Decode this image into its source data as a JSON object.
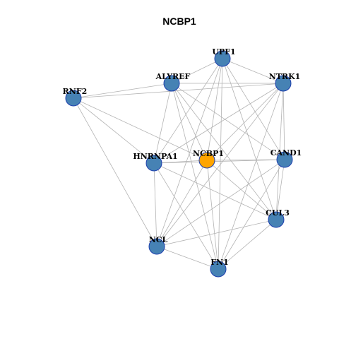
{
  "title": "NCBP1",
  "colors": {
    "hub_fill": "#FFA500",
    "node_fill": "#4682B4",
    "node_stroke": "#1E3FAE",
    "edge": "#B3B3B3"
  },
  "nodes": [
    {
      "id": "UPF1",
      "label": "UPF1",
      "hub": false
    },
    {
      "id": "ALYREF",
      "label": "ALYREF",
      "hub": false
    },
    {
      "id": "NTRK1",
      "label": "NTRK1",
      "hub": false
    },
    {
      "id": "RNF2",
      "label": "RNF2",
      "hub": false
    },
    {
      "id": "HNRNPA1",
      "label": "HNRNPA1",
      "hub": false
    },
    {
      "id": "NCBP1",
      "label": "NCBP1",
      "hub": true
    },
    {
      "id": "CAND1",
      "label": "CAND1",
      "hub": false
    },
    {
      "id": "CUL3",
      "label": "CUL3",
      "hub": false
    },
    {
      "id": "NCL",
      "label": "NCL",
      "hub": false
    },
    {
      "id": "FN1",
      "label": "FN1",
      "hub": false
    }
  ],
  "edges": [
    [
      "UPF1",
      "ALYREF"
    ],
    [
      "UPF1",
      "NTRK1"
    ],
    [
      "UPF1",
      "HNRNPA1"
    ],
    [
      "UPF1",
      "NCBP1"
    ],
    [
      "UPF1",
      "CAND1"
    ],
    [
      "UPF1",
      "CUL3"
    ],
    [
      "UPF1",
      "NCL"
    ],
    [
      "UPF1",
      "FN1"
    ],
    [
      "ALYREF",
      "NTRK1"
    ],
    [
      "ALYREF",
      "RNF2"
    ],
    [
      "ALYREF",
      "HNRNPA1"
    ],
    [
      "ALYREF",
      "NCBP1"
    ],
    [
      "ALYREF",
      "CAND1"
    ],
    [
      "ALYREF",
      "CUL3"
    ],
    [
      "ALYREF",
      "FN1"
    ],
    [
      "NTRK1",
      "RNF2"
    ],
    [
      "NTRK1",
      "HNRNPA1"
    ],
    [
      "NTRK1",
      "NCBP1"
    ],
    [
      "NTRK1",
      "CAND1"
    ],
    [
      "NTRK1",
      "CUL3"
    ],
    [
      "NTRK1",
      "NCL"
    ],
    [
      "NTRK1",
      "FN1"
    ],
    [
      "RNF2",
      "HNRNPA1"
    ],
    [
      "RNF2",
      "NCBP1"
    ],
    [
      "RNF2",
      "NCL"
    ],
    [
      "HNRNPA1",
      "NCBP1"
    ],
    [
      "HNRNPA1",
      "CAND1"
    ],
    [
      "HNRNPA1",
      "CUL3"
    ],
    [
      "HNRNPA1",
      "NCL"
    ],
    [
      "HNRNPA1",
      "FN1"
    ],
    [
      "NCBP1",
      "CAND1"
    ],
    [
      "NCBP1",
      "CUL3"
    ],
    [
      "NCBP1",
      "NCL"
    ],
    [
      "NCBP1",
      "FN1"
    ],
    [
      "CAND1",
      "CUL3"
    ],
    [
      "CAND1",
      "NCL"
    ],
    [
      "CAND1",
      "FN1"
    ],
    [
      "CUL3",
      "NCL"
    ],
    [
      "CUL3",
      "FN1"
    ],
    [
      "NCL",
      "FN1"
    ]
  ]
}
